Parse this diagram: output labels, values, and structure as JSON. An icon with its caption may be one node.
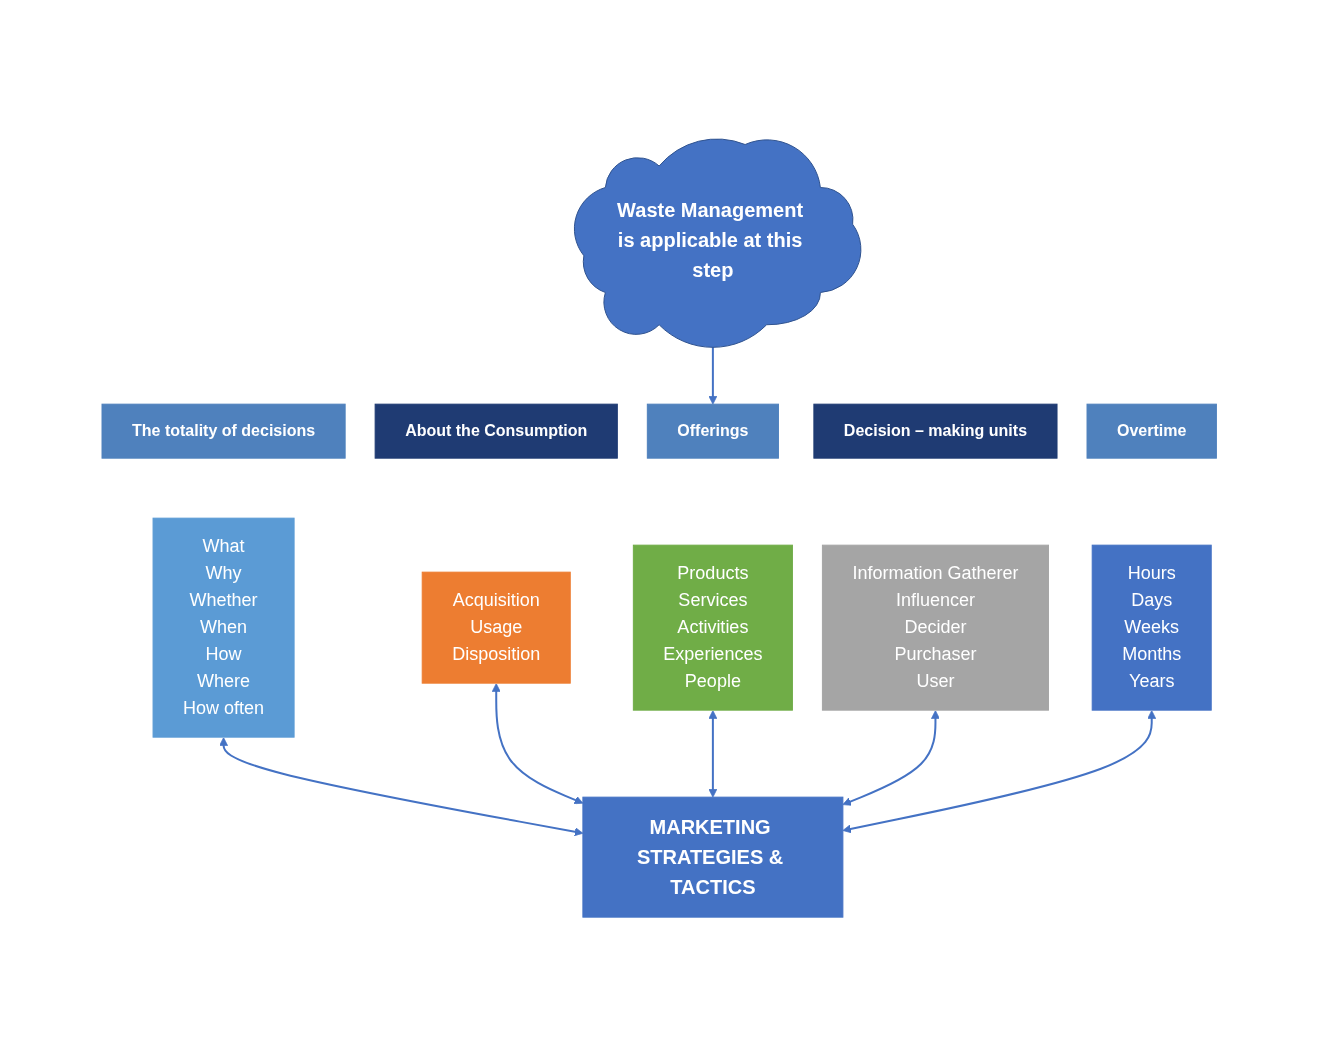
{
  "diagram": {
    "nodes": [
      {
        "text": [
          "Waste Management is applicable at this step"
        ]
      },
      {
        "text": [
          "The totality of decisions"
        ]
      },
      {
        "text": [
          "About the Consumption"
        ]
      },
      {
        "text": [
          "Offerings"
        ]
      },
      {
        "text": [
          "Decision – making units"
        ]
      },
      {
        "text": [
          "Overtime"
        ]
      },
      {
        "text": [
          "What",
          "Why",
          "Whether",
          "When",
          "How",
          "Where",
          "How often"
        ]
      },
      {
        "text": [
          "Acquisition",
          "Usage",
          "Disposition"
        ]
      },
      {
        "text": [
          "Products",
          "Services",
          "Activities",
          "Experiences",
          "People"
        ]
      },
      {
        "text": [
          "Information Gatherer",
          "Influencer",
          "Decider",
          "Purchaser",
          "User"
        ]
      },
      {
        "text": [
          "Hours",
          "Days",
          "Weeks",
          "Months",
          "Years"
        ]
      },
      {
        "text": [
          "MARKETING STRATEGIES & TACTICS"
        ]
      }
    ],
    "edges": [
      {
        "from": 0,
        "to": 3,
        "arrow": "to"
      },
      {
        "from": 6,
        "to": 11,
        "arrow": "both"
      },
      {
        "from": 7,
        "to": 11,
        "arrow": "both"
      },
      {
        "from": 8,
        "to": 11,
        "arrow": "both"
      },
      {
        "from": 9,
        "to": 11,
        "arrow": "both"
      },
      {
        "from": 10,
        "to": 11,
        "arrow": "both"
      }
    ]
  }
}
